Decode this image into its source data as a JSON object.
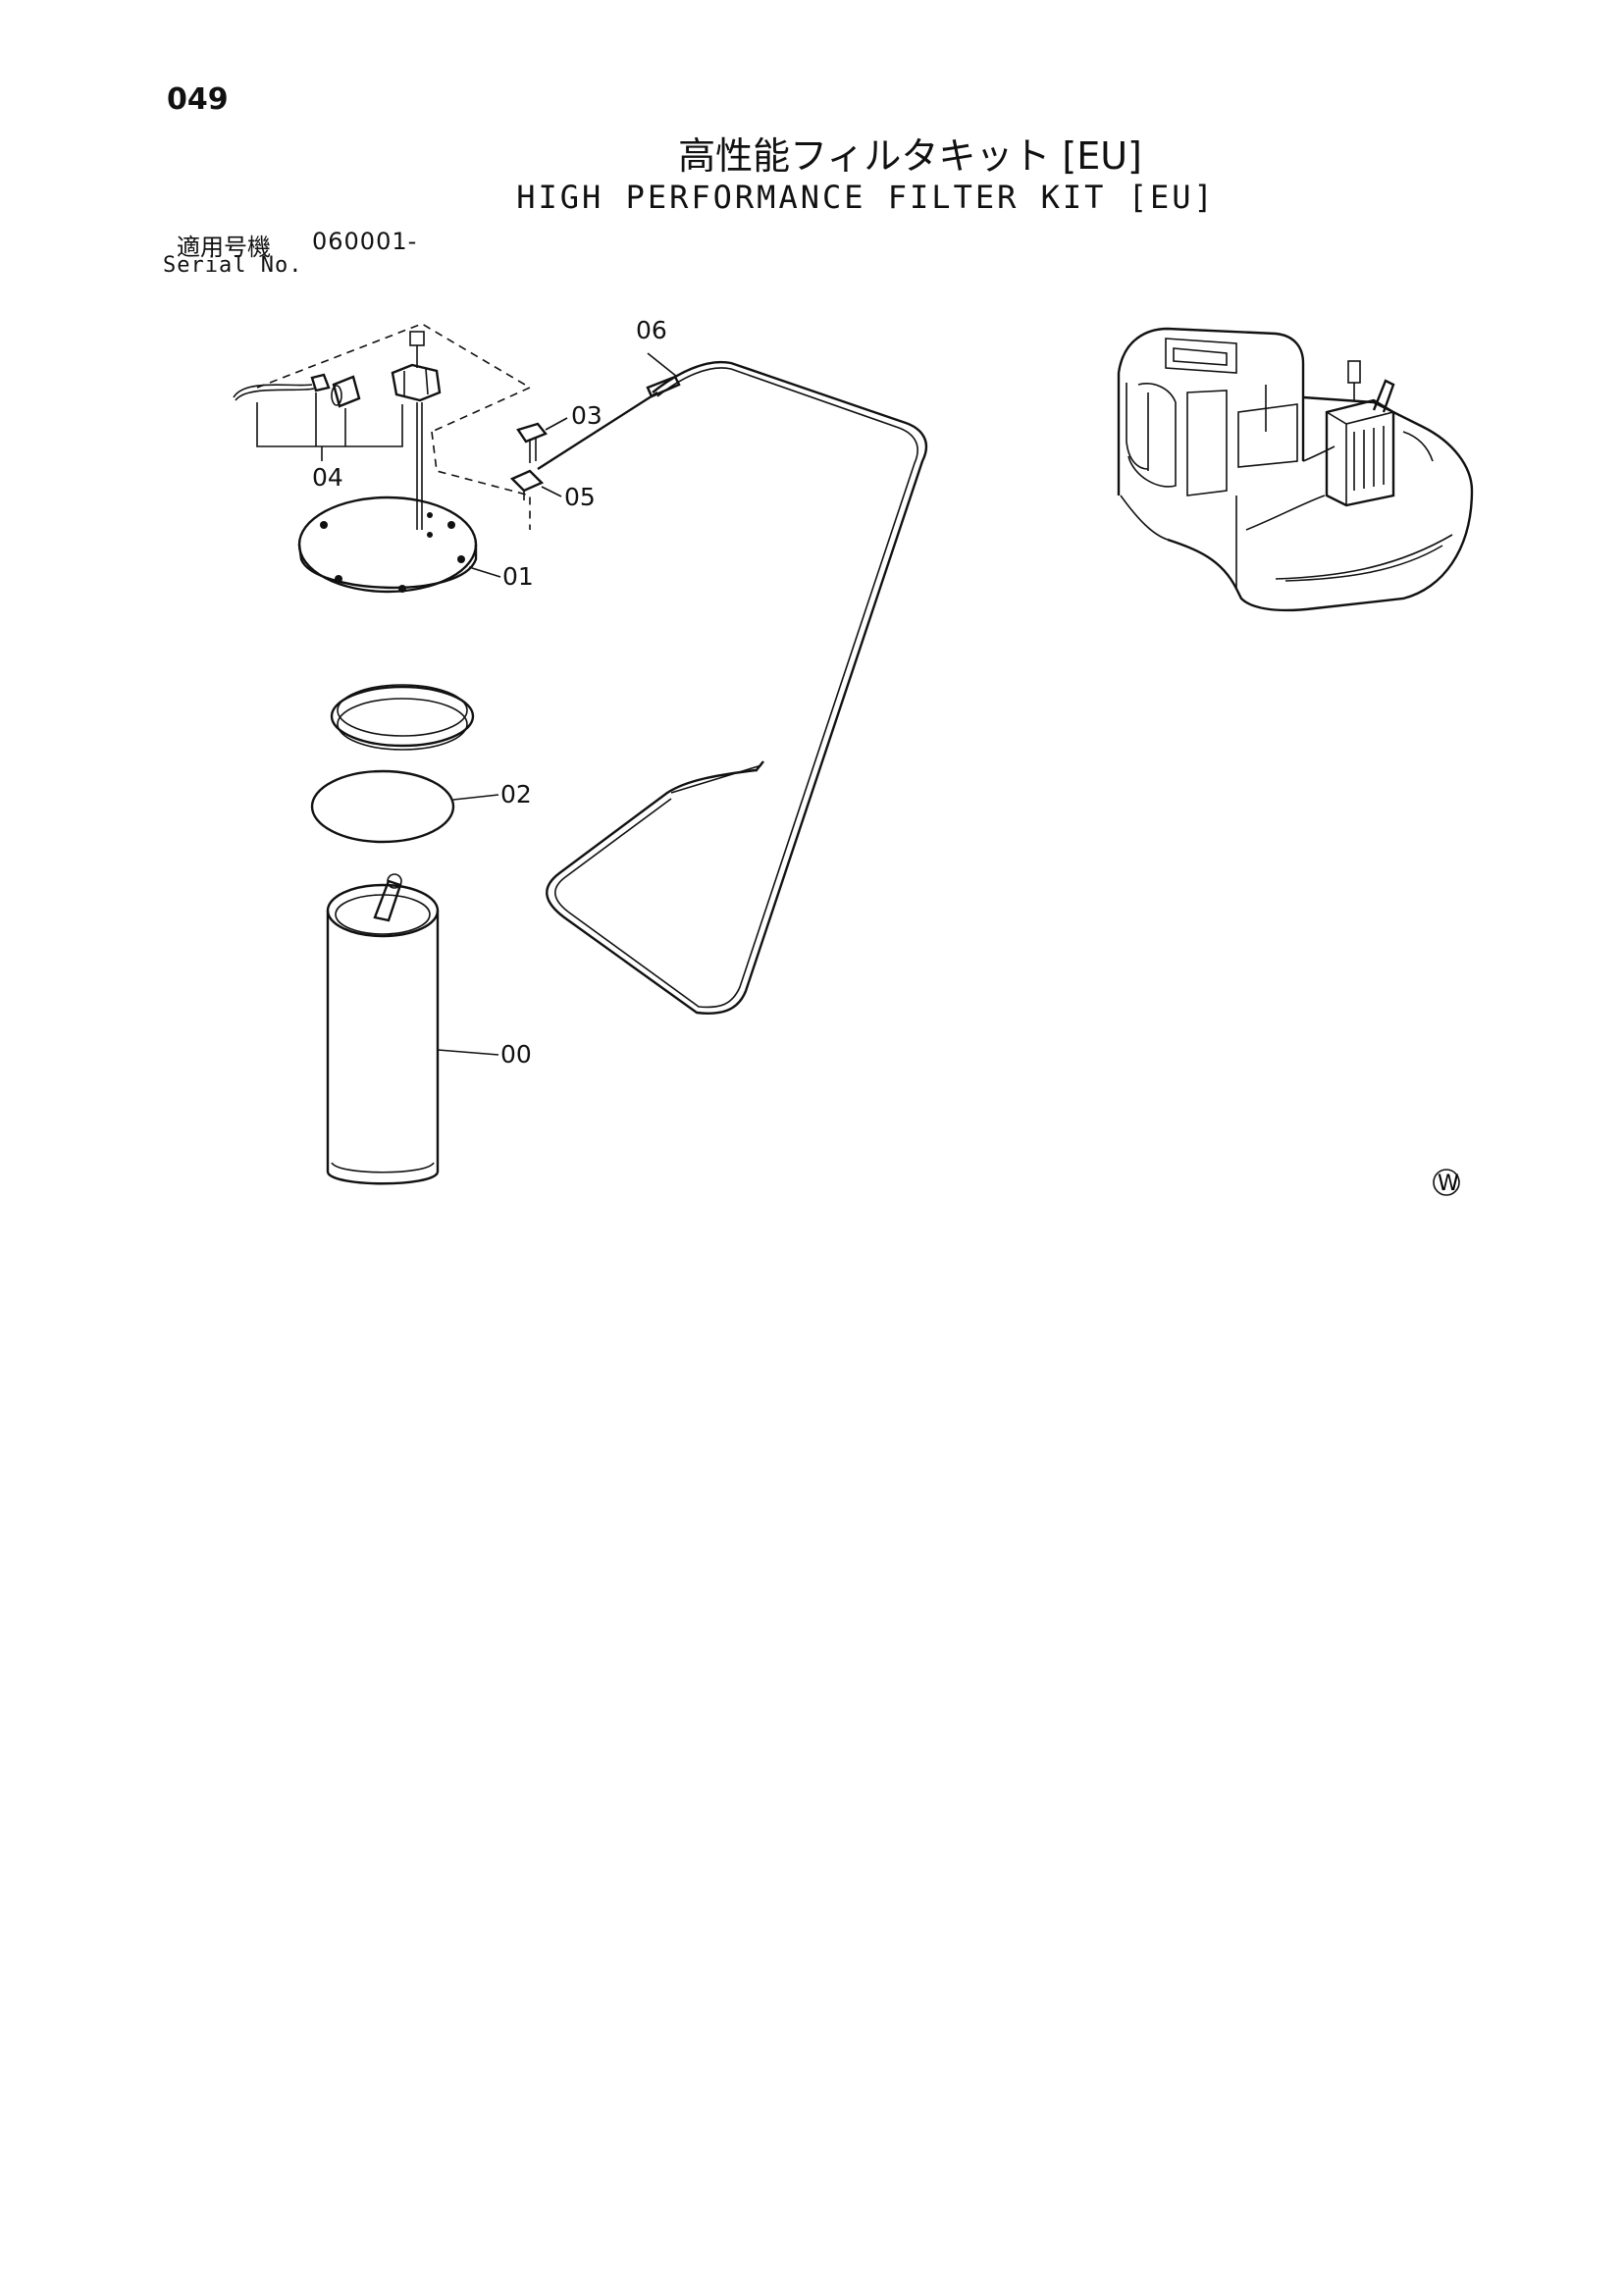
{
  "page_number": "049",
  "title_ja": "高性能フィルタキット [EU]",
  "title_en": "HIGH PERFORMANCE FILTER KIT [EU]",
  "serial": {
    "label_ja": "適用号機",
    "range": "060001-",
    "label_en": "Serial No."
  },
  "callouts": {
    "c00": "00",
    "c01": "01",
    "c02": "02",
    "c03": "03",
    "c04": "04",
    "c05": "05",
    "c06": "06"
  },
  "watermark": "W"
}
